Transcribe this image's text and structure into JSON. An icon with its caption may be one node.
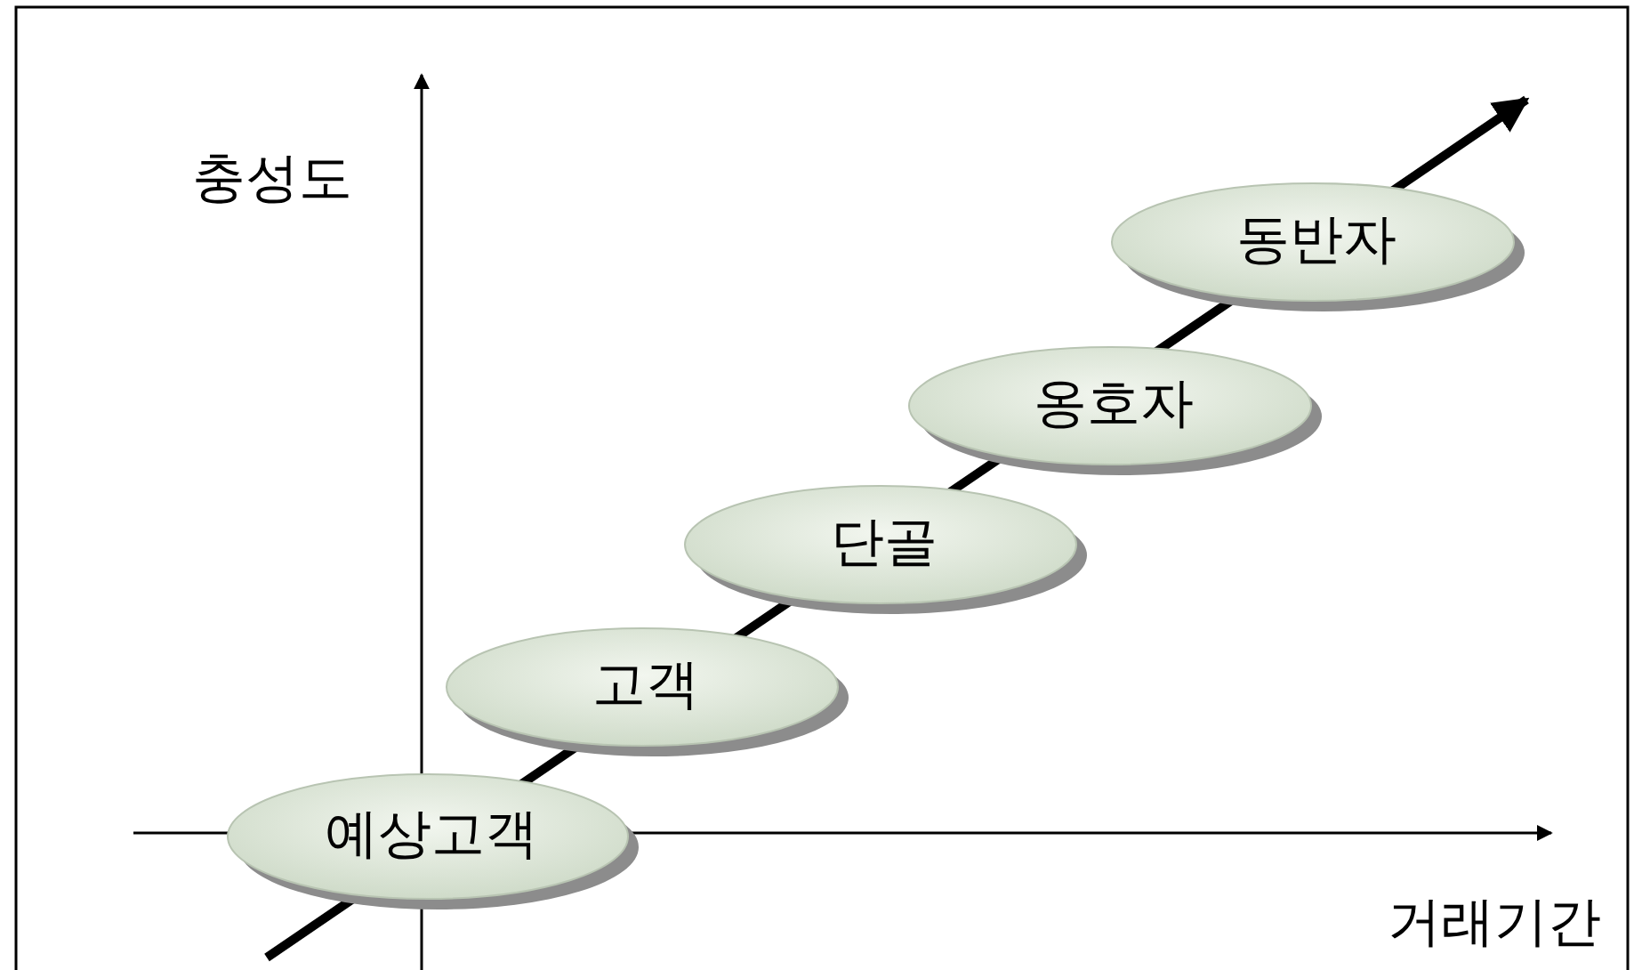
{
  "diagram": {
    "nodes": [
      {
        "text": [
          "예상고객"
        ]
      },
      {
        "text": [
          "고객"
        ]
      },
      {
        "text": [
          "단골"
        ]
      },
      {
        "text": [
          "옹호자"
        ]
      },
      {
        "text": [
          "동반자"
        ]
      }
    ],
    "labels": [
      "충성도",
      "거래기간"
    ]
  }
}
